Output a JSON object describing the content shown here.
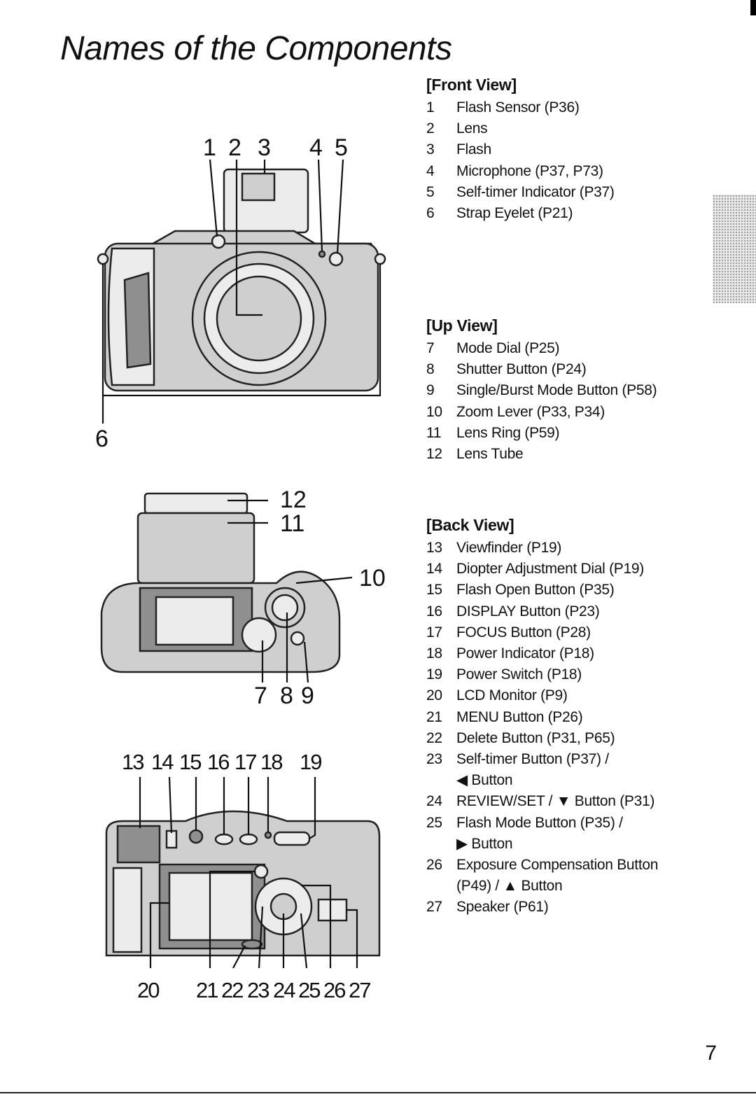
{
  "title": "Names of the Components",
  "page_number": "7",
  "front_view": {
    "heading": "[Front View]",
    "items": [
      {
        "num": "1",
        "label": "Flash Sensor (P36)"
      },
      {
        "num": "2",
        "label": "Lens"
      },
      {
        "num": "3",
        "label": "Flash"
      },
      {
        "num": "4",
        "label": "Microphone (P37, P73)"
      },
      {
        "num": "5",
        "label": "Self-timer Indicator (P37)"
      },
      {
        "num": "6",
        "label": "Strap Eyelet (P21)"
      }
    ]
  },
  "up_view": {
    "heading": "[Up View]",
    "items": [
      {
        "num": "7",
        "label": "Mode Dial (P25)"
      },
      {
        "num": "8",
        "label": "Shutter Button (P24)"
      },
      {
        "num": "9",
        "label": "Single/Burst Mode Button (P58)"
      },
      {
        "num": "10",
        "label": "Zoom Lever (P33, P34)"
      },
      {
        "num": "11",
        "label": "Lens Ring (P59)"
      },
      {
        "num": "12",
        "label": "Lens Tube"
      }
    ]
  },
  "back_view": {
    "heading": "[Back View]",
    "items": [
      {
        "num": "13",
        "label": "Viewfinder (P19)"
      },
      {
        "num": "14",
        "label": "Diopter Adjustment Dial (P19)"
      },
      {
        "num": "15",
        "label": "Flash Open Button (P35)"
      },
      {
        "num": "16",
        "label": "DISPLAY Button (P23)"
      },
      {
        "num": "17",
        "label": "FOCUS Button (P28)"
      },
      {
        "num": "18",
        "label": "Power Indicator (P18)"
      },
      {
        "num": "19",
        "label": "Power Switch (P18)"
      },
      {
        "num": "20",
        "label": "LCD Monitor (P9)"
      },
      {
        "num": "21",
        "label": "MENU Button (P26)"
      },
      {
        "num": "22",
        "label": "Delete Button (P31, P65)"
      },
      {
        "num": "23",
        "label": "Self-timer Button (P37) /",
        "sub": "◀ Button"
      },
      {
        "num": "24",
        "label": "REVIEW/SET / ▼ Button (P31)"
      },
      {
        "num": "25",
        "label": "Flash Mode Button (P35) /",
        "sub": "▶ Button"
      },
      {
        "num": "26",
        "label": "Exposure Compensation Button",
        "sub": "(P49) / ▲ Button"
      },
      {
        "num": "27",
        "label": "Speaker (P61)"
      }
    ]
  },
  "callouts": {
    "front": [
      "1",
      "2",
      "3",
      "4",
      "5",
      "6"
    ],
    "up": [
      "7",
      "8",
      "9",
      "10",
      "11",
      "12"
    ],
    "back": [
      "13",
      "14",
      "15",
      "16",
      "17",
      "18",
      "19",
      "20",
      "21",
      "22",
      "23",
      "24",
      "25",
      "26",
      "27"
    ]
  }
}
